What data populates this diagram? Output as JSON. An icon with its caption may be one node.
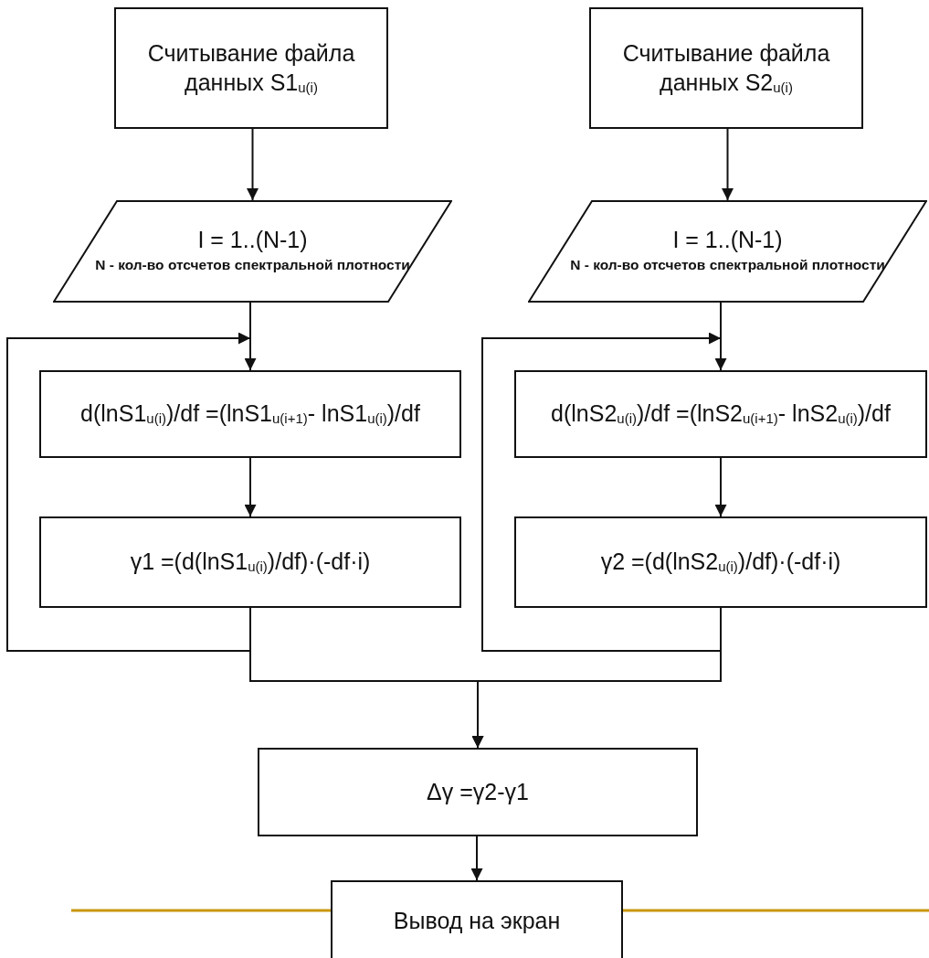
{
  "diagram": {
    "nodes": [
      {
        "text": [
          "Считывание файла данных S1$_{u(i)}$"
        ]
      },
      {
        "text": [
          "Считывание файла данных S2$_{u(i)}$"
        ]
      },
      {
        "text": [
          "I = 1..(N-1)",
          "N - кол-во отсчетов спектральной плотности"
        ]
      },
      {
        "text": [
          "I = 1..(N-1)",
          "N - кол-во отсчетов спектральной плотности"
        ]
      },
      {
        "text": [
          "d(lnS1$_{u(i)}$)/df =(lnS1$_{u(i+1)}$- lnS1$_{u(i)}$)/df"
        ]
      },
      {
        "text": [
          "d(lnS2$_{u(i)}$)/df =(lnS2$_{u(i+1)}$- lnS2$_{u(i)}$)/df"
        ]
      },
      {
        "text": [
          "γ1 =(d(lnS1$_{u(i)}$)/df)·(-df·i)"
        ]
      },
      {
        "text": [
          "γ2 =(d(lnS2$_{u(i)}$)/df)·(-df·i)"
        ]
      },
      {
        "text": [
          "Δγ =γ2-γ1"
        ]
      },
      {
        "text": [
          "Вывод на экран"
        ]
      }
    ],
    "edges": [
      {
        "from": 0,
        "to": 2,
        "arrow": "to"
      },
      {
        "from": 1,
        "to": 3,
        "arrow": "to"
      },
      {
        "from": 2,
        "to": 4,
        "arrow": "to"
      },
      {
        "from": 3,
        "to": 5,
        "arrow": "to"
      },
      {
        "from": 4,
        "to": 6,
        "arrow": "to"
      },
      {
        "from": 5,
        "to": 7,
        "arrow": "to"
      },
      {
        "from": 6,
        "to": 4,
        "arrow": "to"
      },
      {
        "from": 7,
        "to": 5,
        "arrow": "to"
      },
      {
        "from": 6,
        "to": 8,
        "arrow": "to"
      },
      {
        "from": 7,
        "to": 8,
        "arrow": "to"
      },
      {
        "from": 8,
        "to": 9,
        "arrow": "to"
      }
    ]
  }
}
